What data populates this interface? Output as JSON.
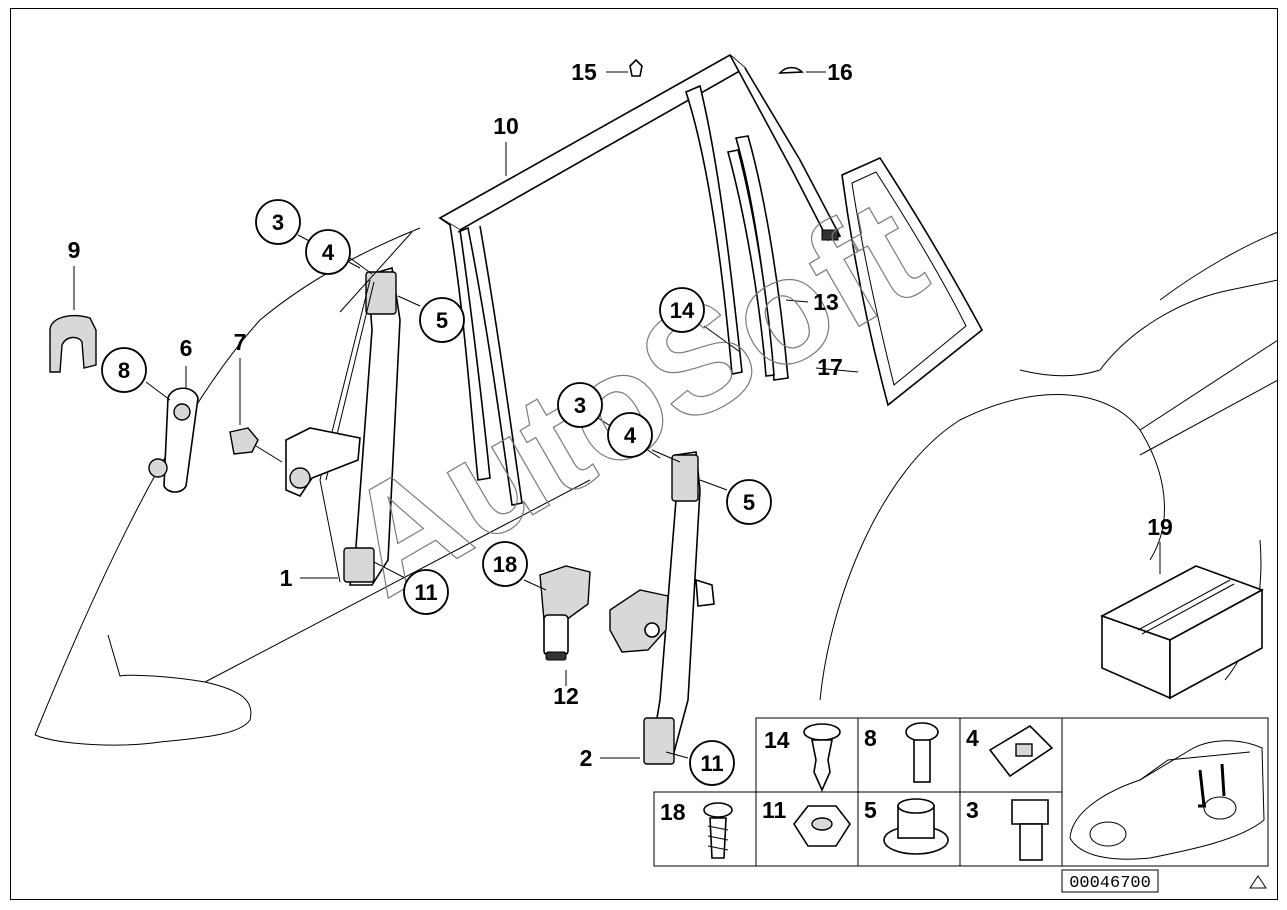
{
  "diagram": {
    "watermark": "AutoSoft",
    "reference_number": "00046700",
    "callouts": {
      "c1": "1",
      "c2": "2",
      "c3a": "3",
      "c3b": "3",
      "c4a": "4",
      "c4b": "4",
      "c5a": "5",
      "c5b": "5",
      "c6": "6",
      "c7": "7",
      "c8": "8",
      "c9": "9",
      "c10": "10",
      "c11a": "11",
      "c11b": "11",
      "c12": "12",
      "c13": "13",
      "c14": "14",
      "c15": "15",
      "c16": "16",
      "c17": "17",
      "c18": "18",
      "c19": "19"
    },
    "legend": {
      "top_row": [
        "14",
        "8",
        "4"
      ],
      "bottom_row": [
        "18",
        "11",
        "5",
        "3"
      ]
    }
  }
}
